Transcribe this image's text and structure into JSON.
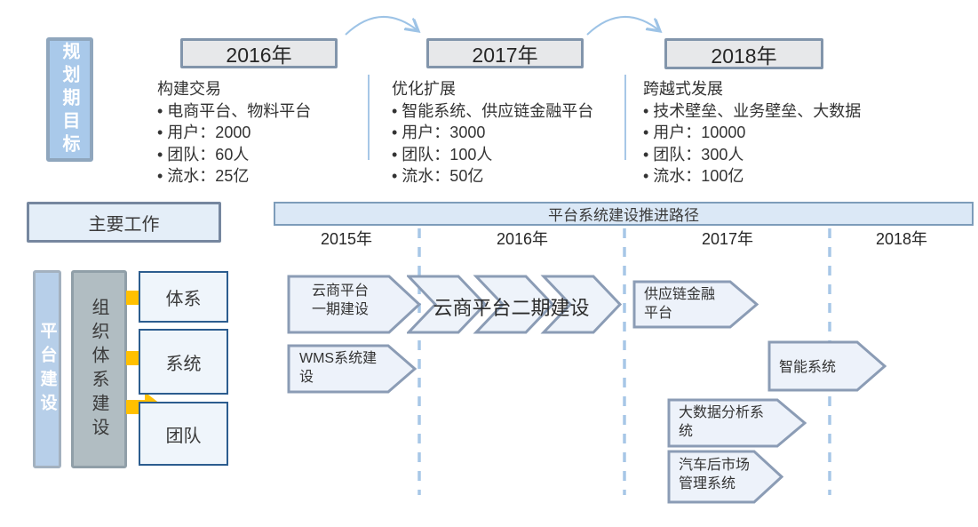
{
  "colors": {
    "accent_light_blue": "#a7c7e7",
    "shape_fill": "#edf2fa",
    "shape_border": "#8b9cb5",
    "item_border_blue": "#2c5d8f",
    "side_label_fill": "#a9c9ea",
    "platform_fill": "#b7cfe9",
    "org_fill": "#b1bdc2",
    "year_box_fill": "#e7e8ea",
    "arrow_yellow": "#ffc000"
  },
  "goals": {
    "side_label": "规划期目标",
    "columns": [
      {
        "year": "2016年",
        "title": "构建交易",
        "bullets": [
          "• 电商平台、物料平台",
          "• 用户：2000",
          "• 团队：60人",
          "• 流水：25亿"
        ]
      },
      {
        "year": "2017年",
        "title": "优化扩展",
        "bullets": [
          "• 智能系统、供应链金融平台",
          "• 用户：3000",
          "• 团队：100人",
          "• 流水：50亿"
        ]
      },
      {
        "year": "2018年",
        "title": "跨越式发展",
        "bullets": [
          "• 技术壁垒、业务壁垒、大数据",
          "• 用户：10000",
          "• 团队：300人",
          "• 流水：100亿"
        ]
      }
    ]
  },
  "main_work": {
    "title": "主要工作",
    "platform_label": "平台建设",
    "org_label": "组织体系建设",
    "items": [
      "体系",
      "系统",
      "团队"
    ]
  },
  "roadmap": {
    "title": "平台系统建设推进路径",
    "years": [
      "2015年",
      "2016年",
      "2017年",
      "2018年"
    ],
    "tasks": [
      {
        "id": "cloud-platform-phase1",
        "label": "云商平台\n一期建设"
      },
      {
        "id": "cloud-platform-phase2",
        "label": "云商平台二期建设"
      },
      {
        "id": "wms-system",
        "label": "WMS系统建\n设"
      },
      {
        "id": "supply-chain-finance",
        "label": "供应链金融\n平台"
      },
      {
        "id": "smart-system",
        "label": "智能系统"
      },
      {
        "id": "big-data-analysis",
        "label": "大数据分析系\n统"
      },
      {
        "id": "auto-aftermarket",
        "label": "汽车后市场\n管理系统"
      }
    ]
  }
}
